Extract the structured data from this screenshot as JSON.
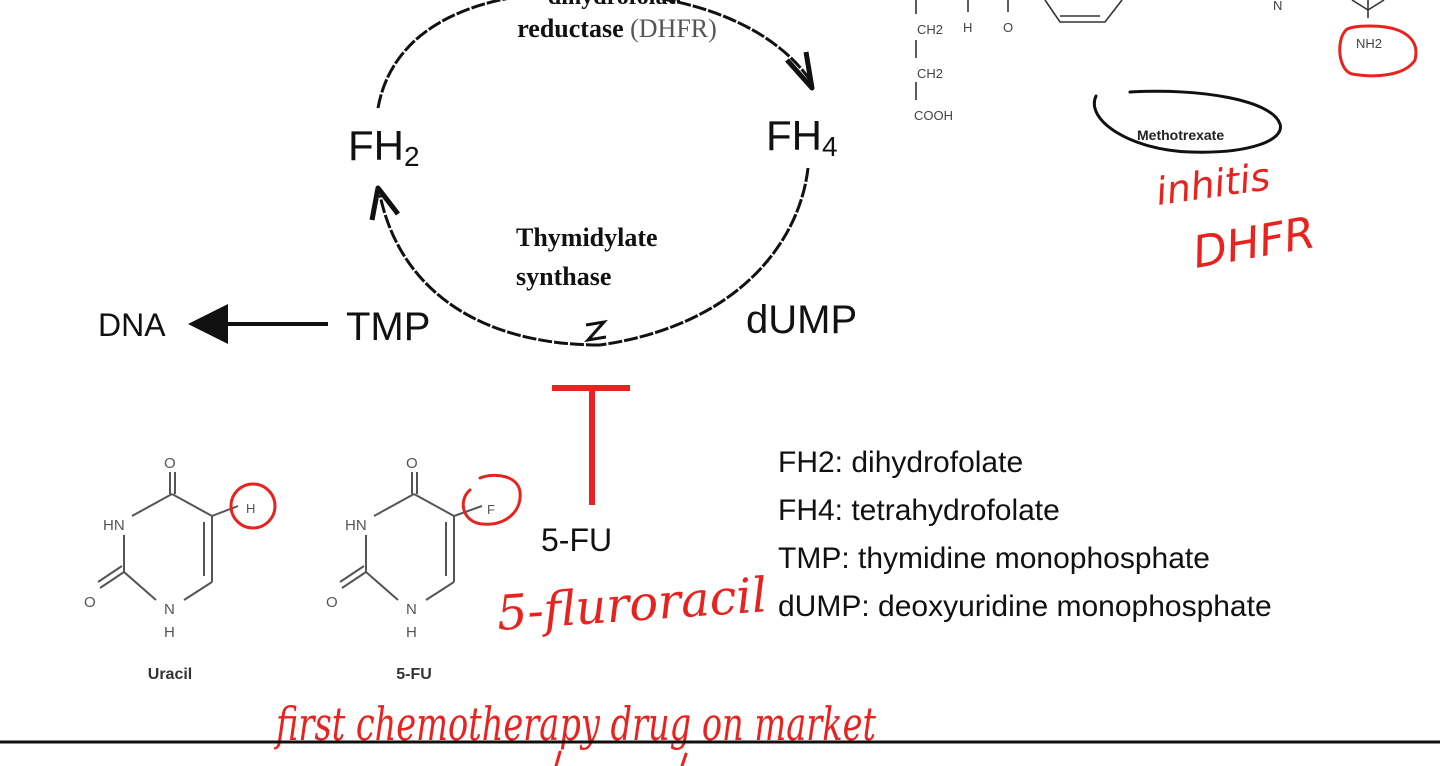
{
  "cycle": {
    "dhfr_top_partial": "dihydrofolate",
    "dhfr_bold": "reductase",
    "dhfr_abbr": "(DHFR)",
    "node_fh2": "FH",
    "node_fh2_sub": "2",
    "node_fh4": "FH",
    "node_fh4_sub": "4",
    "enzyme_ts_line1": "Thymidylate",
    "enzyme_ts_line2": "synthase",
    "node_tmp": "TMP",
    "node_dump": "dUMP",
    "node_dna": "DNA",
    "inhibitor_label": "5-FU"
  },
  "methotrexate": {
    "label": "Methotrexate",
    "atoms": {
      "ch2_a": "CH2",
      "ch2_b": "CH2",
      "cooh": "COOH",
      "h": "H",
      "o": "O",
      "nh2": "NH2",
      "n": "N"
    },
    "annotation_line1": "inhitis",
    "annotation_line2": "DHFR"
  },
  "structures": {
    "uracil": {
      "name": "Uracil",
      "substituent": "H"
    },
    "fu": {
      "name": "5-FU",
      "substituent": "F"
    },
    "atom_o": "O",
    "atom_hn": "HN",
    "atom_n": "N",
    "atom_h": "H"
  },
  "legend": [
    "FH2: dihydrofolate",
    "FH4: tetrahydrofolate",
    "TMP: thymidine monophosphate",
    "dUMP: deoxyuridine monophosphate"
  ],
  "handwritten": {
    "fluorouracil": "5-fluroracil",
    "first_chemo": "first chemotherapy drug on market"
  },
  "colors": {
    "ink": "#111111",
    "annotation_red": "#e8231f"
  }
}
